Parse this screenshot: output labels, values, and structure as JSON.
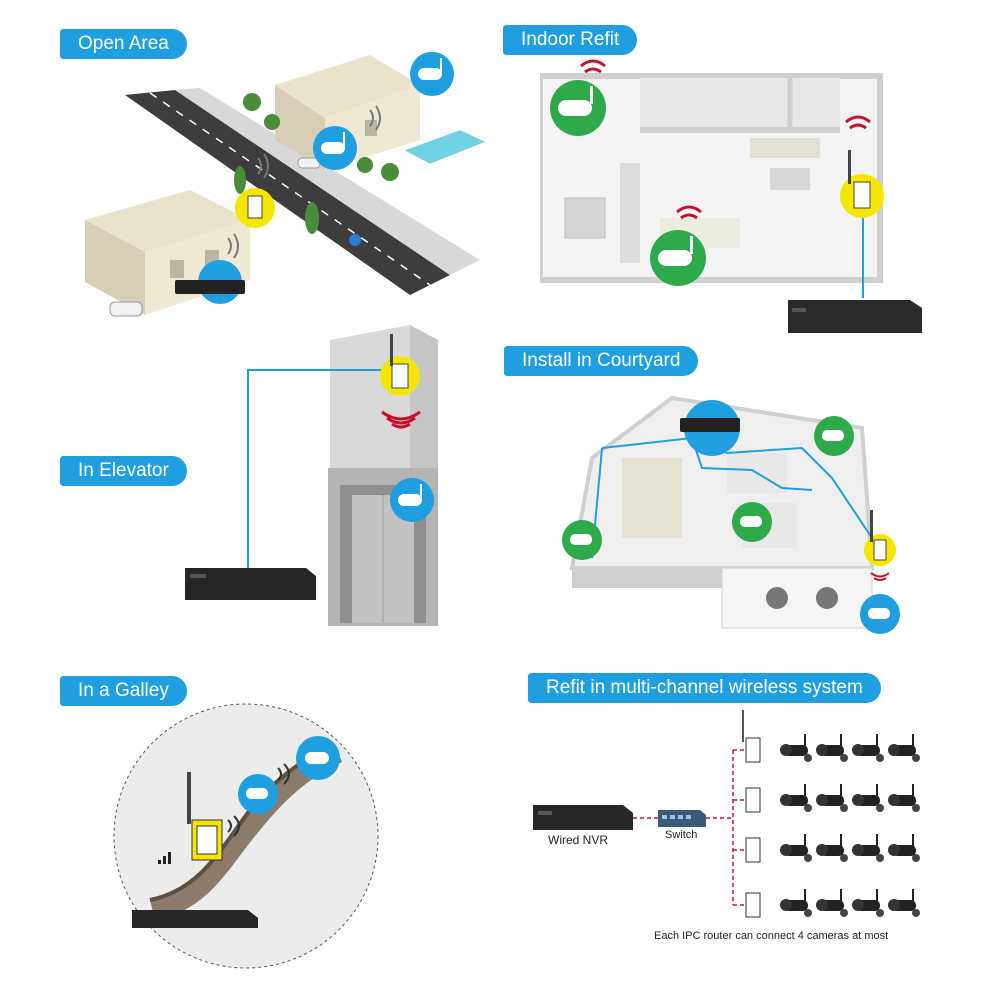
{
  "sections": {
    "open_area": {
      "title": "Open Area"
    },
    "indoor_refit": {
      "title": "Indoor Refit"
    },
    "install_courtyard": {
      "title": "Install in Courtyard"
    },
    "in_elevator": {
      "title": "In Elevator"
    },
    "in_galley": {
      "title": "In a Galley"
    },
    "multi_channel": {
      "title": "Refit in multi-channel wireless system",
      "nvr_label": "Wired  NVR",
      "switch_label": "Switch",
      "note": "Each IPC router can connect 4 cameras at most"
    }
  },
  "colors": {
    "accent": "#1f9ee0",
    "camera_badge_blue": "#1f9ee0",
    "camera_badge_green": "#2eaa4a",
    "router_badge": "#f5e600",
    "signal_red": "#c8102e",
    "nvr_body": "#222222"
  },
  "icons": [
    "camera-icon",
    "router-icon",
    "nvr-icon",
    "wifi-signal-icon",
    "switch-icon"
  ]
}
